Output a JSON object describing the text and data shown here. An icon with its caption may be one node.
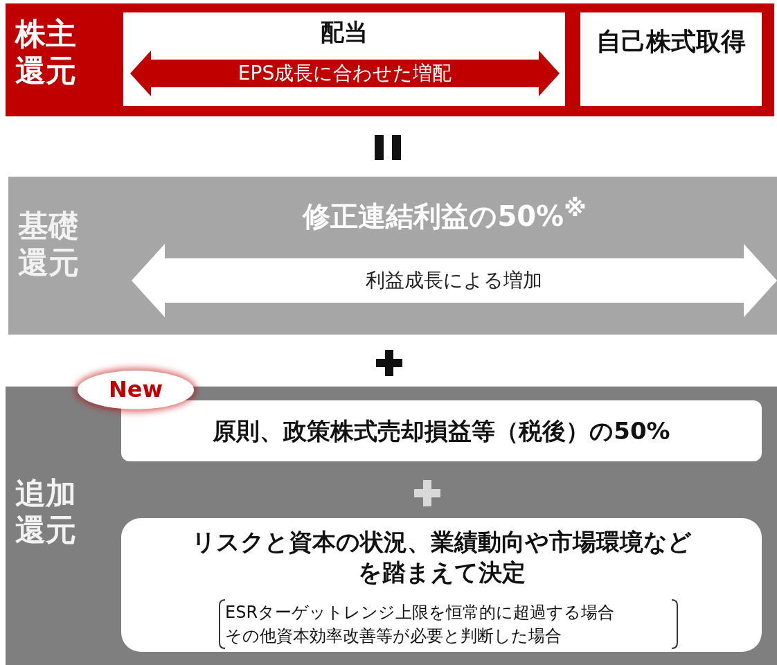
{
  "diagram": {
    "nodes": [
      {
        "text": [
          "株主還元"
        ]
      },
      {
        "text": [
          "配当"
        ],
        "in": 0
      },
      {
        "text": [
          "EPS成長に合わせた増配"
        ],
        "in": 1
      },
      {
        "text": [
          "自己株式取得"
        ],
        "in": 0
      },
      {
        "text": [
          "基礎還元",
          "修正連結利益の50%$^{※}$"
        ]
      },
      {
        "text": [
          "利益成長による増加"
        ],
        "in": 4
      },
      {
        "text": [
          "追加還元"
        ]
      },
      {
        "text": [
          "New"
        ]
      },
      {
        "text": [
          "原則、政策株式売却損益等（税後）の50%"
        ],
        "in": 6
      },
      {
        "text": [
          "リスクと資本の状況、業績動向や市場環境などを踏まえて決定",
          "ESRターゲットレンジ上限を恒常的に超過する場合",
          "その他資本効率改善等が必要と判断した場合"
        ],
        "in": 6
      }
    ]
  }
}
